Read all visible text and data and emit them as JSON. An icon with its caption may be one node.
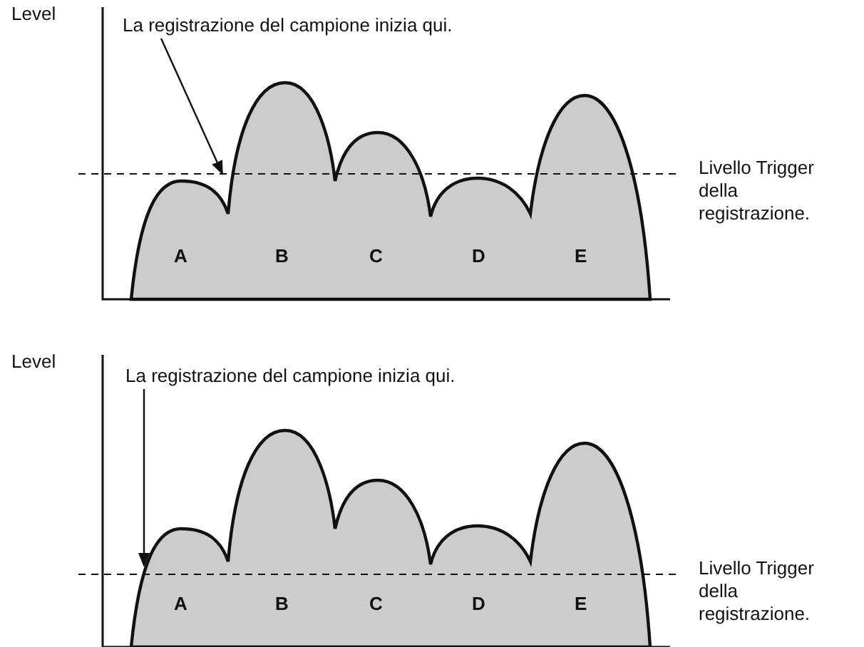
{
  "diagram": {
    "nodes": [
      {
        "text": [
          "La registrazione del campione inizia qui."
        ]
      },
      {
        "text": [
          "La registrazione del campione inizia qui."
        ]
      }
    ],
    "edges": [
      {
        "from": 0,
        "to": null,
        "arrow": "to"
      },
      {
        "from": 1,
        "to": null,
        "arrow": "to"
      }
    ],
    "labels": [
      "Level",
      "Livello Trigger della registrazione.",
      "A",
      "B",
      "C",
      "D",
      "E",
      "Level",
      "Livello Trigger della registrazione.",
      "A",
      "B",
      "C",
      "D",
      "E"
    ]
  }
}
